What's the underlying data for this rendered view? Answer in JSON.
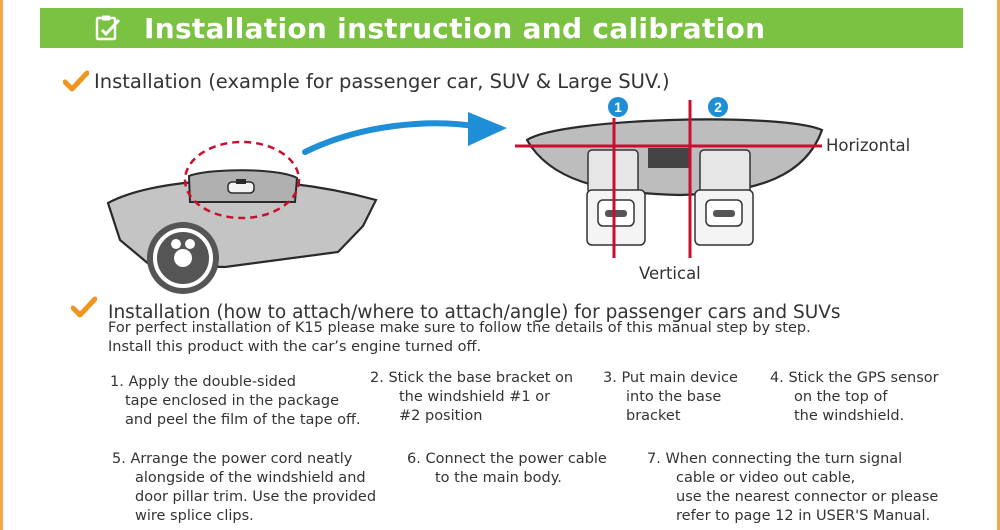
{
  "header": {
    "title": "Installation instruction and calibration",
    "icon": "clipboard-check-icon",
    "color": "#7bc242"
  },
  "section1": {
    "title": "Installation (example for passenger car, SUV & Large SUV.)",
    "markers": [
      "1",
      "2"
    ],
    "horizontal_label": "Horizontal",
    "vertical_label": "Vertical"
  },
  "section2": {
    "title": "Installation (how to attach/where to attach/angle) for passenger cars and SUVs",
    "line1": "For perfect installation of K15 please make sure to follow the details of this manual step by step.",
    "line2": "Install this product with the car’s engine turned off."
  },
  "steps": [
    {
      "lines": [
        "1. Apply the double-sided",
        "tape enclosed in the package",
        "and peel the film of the tape off."
      ]
    },
    {
      "lines": [
        "2.  Stick the base bracket on",
        "the windshield #1 or",
        "#2 position"
      ]
    },
    {
      "lines": [
        "3.  Put main device",
        "into the base",
        "bracket"
      ]
    },
    {
      "lines": [
        "4.  Stick the GPS sensor",
        "on the top of",
        "the windshield."
      ]
    },
    {
      "lines": [
        "5. Arrange the power cord neatly",
        "alongside of the windshield and",
        "door pillar trim. Use the provided",
        "wire splice clips."
      ]
    },
    {
      "lines": [
        "6. Connect the power cable",
        "to the main body."
      ]
    },
    {
      "lines": [
        "7. When connecting the turn signal",
        "cable or video out cable,",
        "use the nearest connector or please",
        "refer to page 12 in USER'S Manual."
      ]
    }
  ],
  "colors": {
    "accent_orange": "#f0961e",
    "marker_blue": "#1e8fd6",
    "line_red": "#c8102e",
    "border": "#f4a64a"
  }
}
